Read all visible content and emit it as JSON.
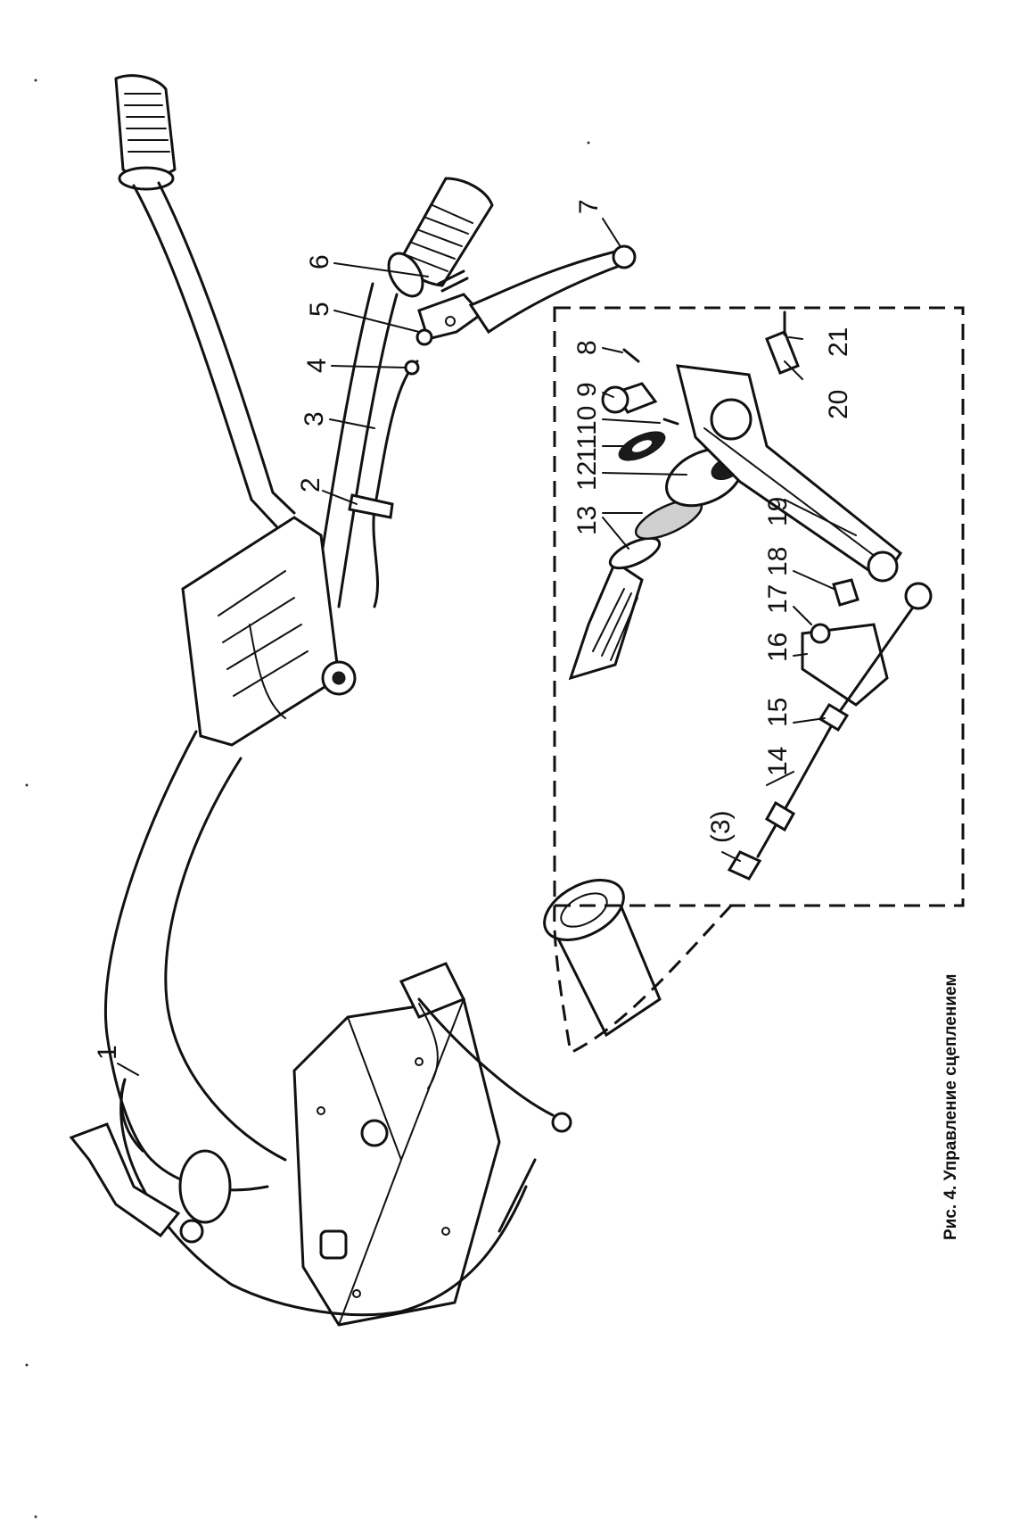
{
  "figure": {
    "caption": "Рис. 4. Управление сцеплением"
  },
  "callouts": [
    {
      "id": "1",
      "text": "1"
    },
    {
      "id": "2",
      "text": "2"
    },
    {
      "id": "3",
      "text": "3"
    },
    {
      "id": "4",
      "text": "4"
    },
    {
      "id": "5",
      "text": "5"
    },
    {
      "id": "6",
      "text": "6"
    },
    {
      "id": "7",
      "text": "7"
    },
    {
      "id": "8",
      "text": "8"
    },
    {
      "id": "9",
      "text": "9"
    },
    {
      "id": "10",
      "text": "10"
    },
    {
      "id": "11",
      "text": "11"
    },
    {
      "id": "12",
      "text": "12"
    },
    {
      "id": "13",
      "text": "13"
    },
    {
      "id": "14",
      "text": "14"
    },
    {
      "id": "15",
      "text": "15"
    },
    {
      "id": "16",
      "text": "16"
    },
    {
      "id": "17",
      "text": "17"
    },
    {
      "id": "18",
      "text": "18"
    },
    {
      "id": "19",
      "text": "19"
    },
    {
      "id": "20",
      "text": "20"
    },
    {
      "id": "21",
      "text": "21"
    },
    {
      "id": "3b",
      "text": "(3)"
    }
  ]
}
